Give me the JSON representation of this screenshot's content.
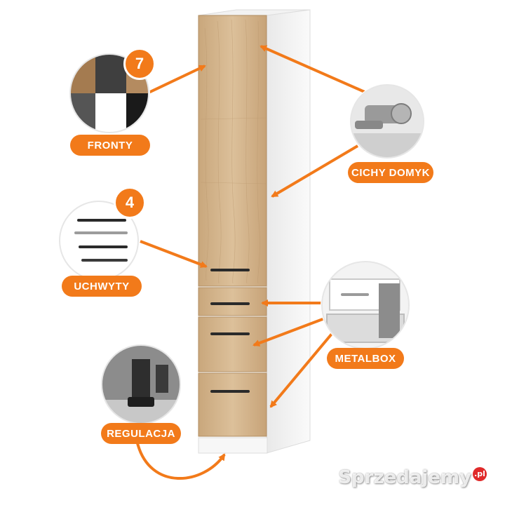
{
  "labels": {
    "fronty": "FRONTY",
    "cichy_domyk": "CICHY DOMYK",
    "uchwyty": "UCHWYTY",
    "metalbox": "METALBOX",
    "regulacja": "REGULACJA"
  },
  "badges": {
    "fronty_count": "7",
    "uchwyty_count": "4"
  },
  "watermark": {
    "brand": "Sprzedajemy",
    "tld": ".pl"
  },
  "colors": {
    "accent": "#f27a1a",
    "oak": "#d3b48c",
    "body": "#f4f4f4",
    "handle": "#2a2a2a"
  }
}
